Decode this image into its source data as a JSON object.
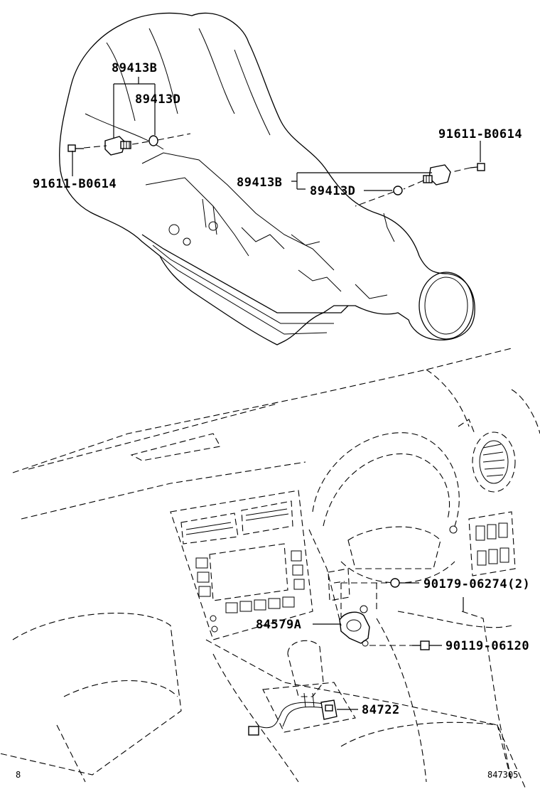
{
  "callouts": {
    "trans_upper_sensor": "89413B",
    "trans_upper_oring": "89413D",
    "trans_left_bolt": "91611-B0614",
    "trans_right_bolt": "91611-B0614",
    "trans_right_sensor": "89413B",
    "trans_right_oring": "89413D",
    "dash_clip": "90179-06274(2)",
    "dash_bracket": "84579A",
    "dash_screw": "90119-06120",
    "dash_switch": "84722"
  },
  "footer": {
    "left_mark": "8",
    "figure_number": "847305"
  }
}
